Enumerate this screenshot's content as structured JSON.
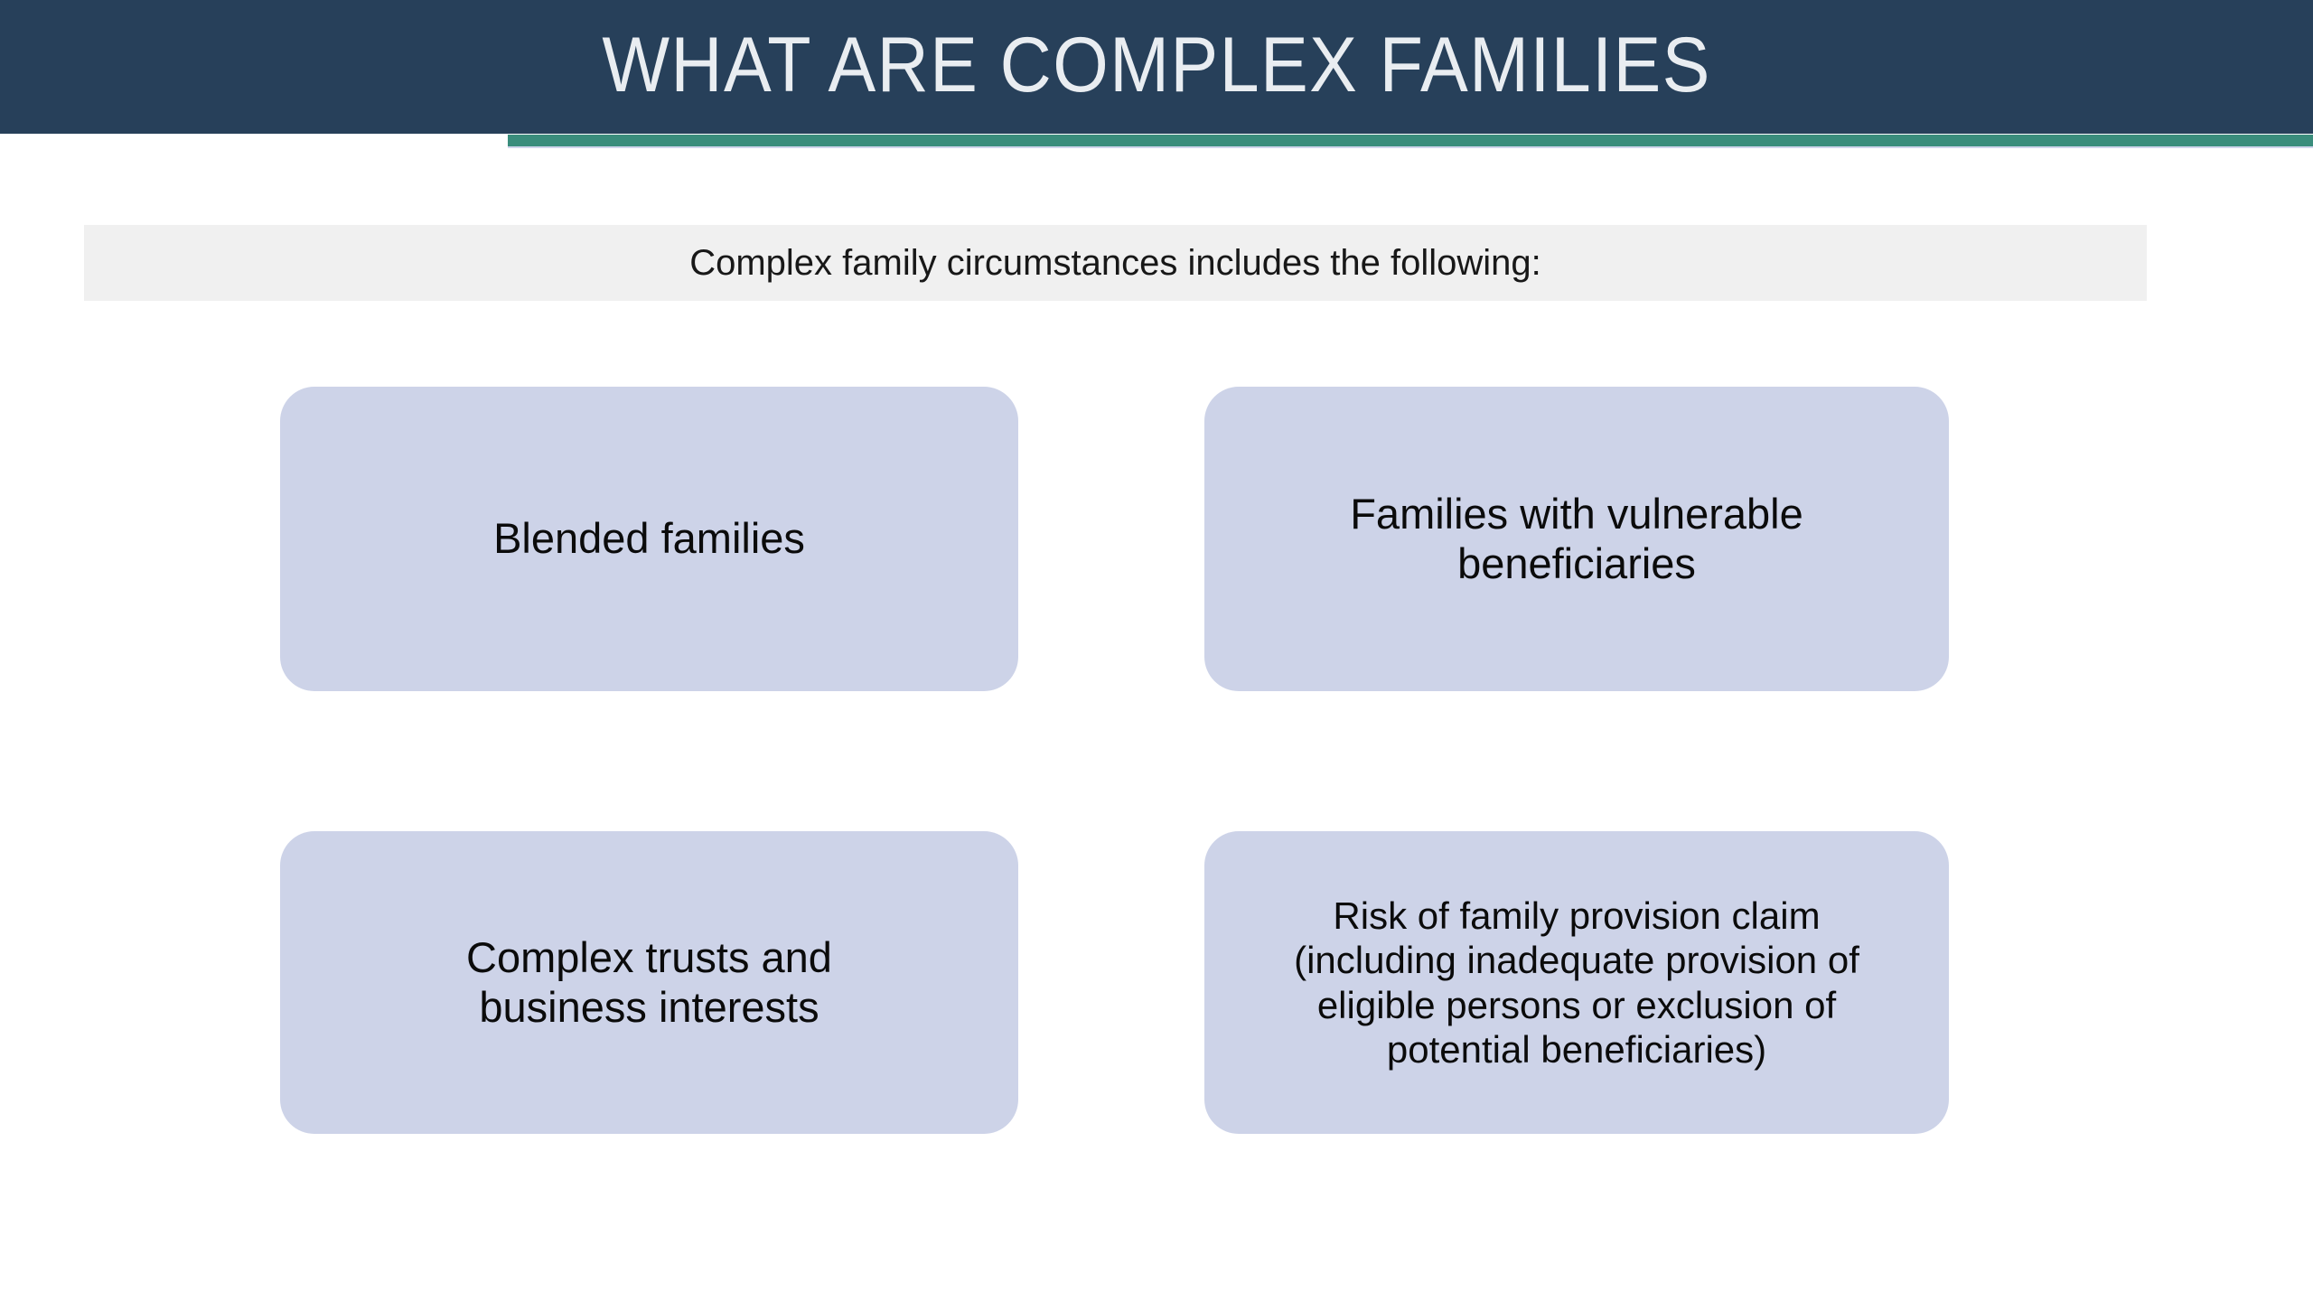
{
  "slide": {
    "title": "WHAT ARE COMPLEX FAMILIES",
    "subtitle": "Complex family circumstances includes the following:",
    "colors": {
      "header_background": "#27405A",
      "header_title_text": "#E9EDF1",
      "accent_bar": "#3A8D7C",
      "accent_bar_underline": "#CFD5EC",
      "subtitle_strip_background": "#F0F0F0",
      "subtitle_text": "#181818",
      "box_fill": "#CDD3E8",
      "box_text": "#0B0B0B",
      "slide_background": "#FFFFFF"
    },
    "boxes": [
      {
        "id": "blended-families",
        "text": "Blended families"
      },
      {
        "id": "vulnerable-beneficiaries",
        "text": "Families with vulnerable\nbeneficiaries"
      },
      {
        "id": "complex-trusts",
        "text": "Complex trusts and\nbusiness interests"
      },
      {
        "id": "family-provision-claim",
        "text": "Risk of family provision claim\n(including inadequate provision of\neligible persons or exclusion of\npotential beneficiaries)"
      }
    ]
  }
}
